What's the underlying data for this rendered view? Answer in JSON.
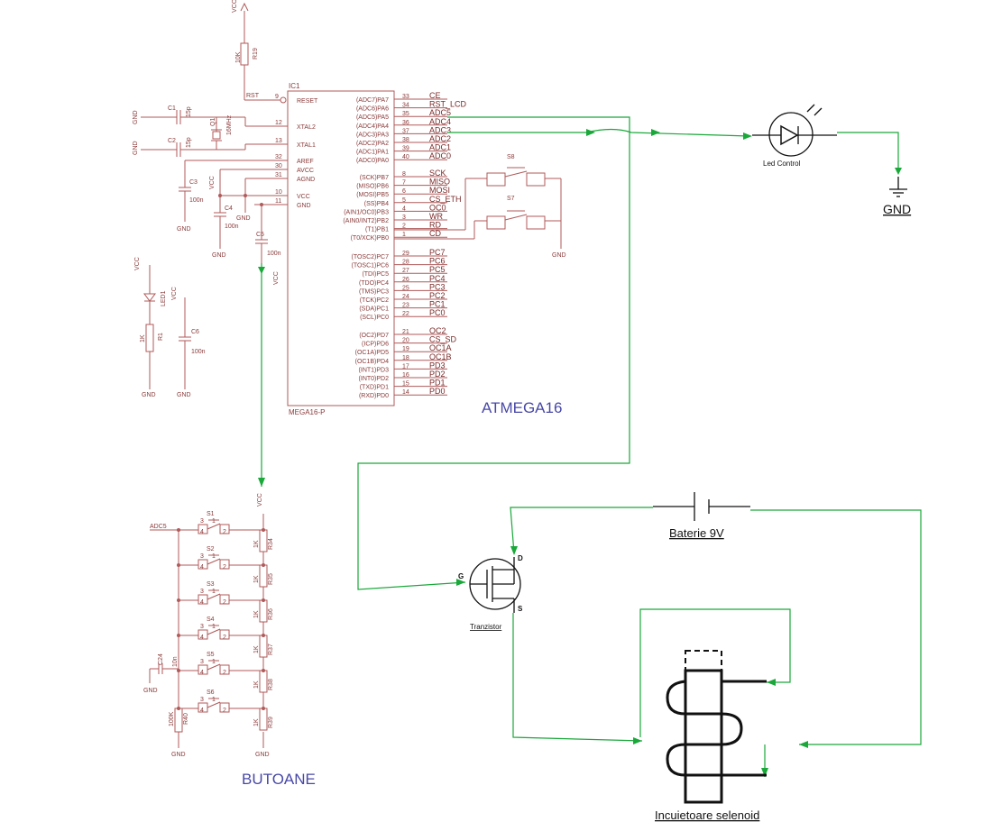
{
  "title_mcu": "ATMEGA16",
  "title_buttons": "BUTOANE",
  "ic": {
    "ref": "IC1",
    "part": "MEGA16-P",
    "left_pins": [
      {
        "num": "9",
        "name": "RESET"
      },
      {
        "num": "12",
        "name": "XTAL2"
      },
      {
        "num": "13",
        "name": "XTAL1"
      },
      {
        "num": "32",
        "name": "AREF"
      },
      {
        "num": "30",
        "name": "AVCC"
      },
      {
        "num": "31",
        "name": "AGND"
      },
      {
        "num": "10",
        "name": "VCC"
      },
      {
        "num": "11",
        "name": "GND"
      }
    ],
    "right_pins": [
      {
        "name": "(ADC7)PA7",
        "num": "33",
        "net": "CE"
      },
      {
        "name": "(ADC6)PA6",
        "num": "34",
        "net": "RST_LCD"
      },
      {
        "name": "(ADC5)PA5",
        "num": "35",
        "net": "ADC5"
      },
      {
        "name": "(ADC4)PA4",
        "num": "36",
        "net": "ADC4"
      },
      {
        "name": "(ADC3)PA3",
        "num": "37",
        "net": "ADC3"
      },
      {
        "name": "(ADC2)PA2",
        "num": "38",
        "net": "ADC2"
      },
      {
        "name": "(ADC1)PA1",
        "num": "39",
        "net": "ADC1"
      },
      {
        "name": "(ADC0)PA0",
        "num": "40",
        "net": "ADC0"
      },
      {
        "name": "(SCK)PB7",
        "num": "8",
        "net": "SCK"
      },
      {
        "name": "(MISO)PB6",
        "num": "7",
        "net": "MISO"
      },
      {
        "name": "(MOSI)PB5",
        "num": "6",
        "net": "MOSI"
      },
      {
        "name": "(SS)PB4",
        "num": "5",
        "net": "CS_ETH"
      },
      {
        "name": "(AIN1/OC0)PB3",
        "num": "4",
        "net": "OC0"
      },
      {
        "name": "(AIN0/INT2)PB2",
        "num": "3",
        "net": "WR"
      },
      {
        "name": "(T1)PB1",
        "num": "2",
        "net": "RD"
      },
      {
        "name": "(T0/XCK)PB0",
        "num": "1",
        "net": "CD"
      },
      {
        "name": "(TOSC2)PC7",
        "num": "29",
        "net": "PC7"
      },
      {
        "name": "(TOSC1)PC6",
        "num": "28",
        "net": "PC6"
      },
      {
        "name": "(TDI)PC5",
        "num": "27",
        "net": "PC5"
      },
      {
        "name": "(TDO)PC4",
        "num": "26",
        "net": "PC4"
      },
      {
        "name": "(TMS)PC3",
        "num": "25",
        "net": "PC3"
      },
      {
        "name": "(TCK)PC2",
        "num": "24",
        "net": "PC2"
      },
      {
        "name": "(SDA)PC1",
        "num": "23",
        "net": "PC1"
      },
      {
        "name": "(SCL)PC0",
        "num": "22",
        "net": "PC0"
      },
      {
        "name": "(OC2)PD7",
        "num": "21",
        "net": "OC2"
      },
      {
        "name": "(ICP)PD6",
        "num": "20",
        "net": "CS_SD"
      },
      {
        "name": "(OC1A)PD5",
        "num": "19",
        "net": "OC1A"
      },
      {
        "name": "(OC1B)PD4",
        "num": "18",
        "net": "OC1B"
      },
      {
        "name": "(INT1)PD3",
        "num": "17",
        "net": "PD3"
      },
      {
        "name": "(INT0)PD2",
        "num": "16",
        "net": "PD2"
      },
      {
        "name": "(TXD)PD1",
        "num": "15",
        "net": "PD1"
      },
      {
        "name": "(RXD)PD0",
        "num": "14",
        "net": "PD0"
      }
    ]
  },
  "components": {
    "r19": {
      "ref": "R19",
      "value": "10K"
    },
    "rst_net": "RST",
    "c1": {
      "ref": "C1",
      "value": "15p"
    },
    "c2": {
      "ref": "C2",
      "value": "15p"
    },
    "q1": {
      "ref": "Q1",
      "value": "16MHz"
    },
    "c3": {
      "ref": "C3",
      "value": "100n"
    },
    "c4": {
      "ref": "C4",
      "value": "100n"
    },
    "c5": {
      "ref": "C5",
      "value": "100n"
    },
    "c6": {
      "ref": "C6",
      "value": "100n"
    },
    "led1": {
      "ref": "LED1"
    },
    "r1": {
      "ref": "R1",
      "value": "1K"
    },
    "s8": {
      "ref": "S8"
    },
    "s7": {
      "ref": "S7"
    },
    "c24": {
      "ref": "C24",
      "value": "10n"
    },
    "r40": {
      "ref": "R40",
      "value": "100K"
    }
  },
  "power": {
    "vcc": "VCC",
    "gnd": "GND"
  },
  "buttons": {
    "net_in": "ADC5",
    "switches": [
      "S1",
      "S2",
      "S3",
      "S4",
      "S5",
      "S6"
    ],
    "resistors": [
      {
        "ref": "R34",
        "value": "1K"
      },
      {
        "ref": "R35",
        "value": "1K"
      },
      {
        "ref": "R36",
        "value": "1K"
      },
      {
        "ref": "R37",
        "value": "1K"
      },
      {
        "ref": "R38",
        "value": "1K"
      },
      {
        "ref": "R39",
        "value": "1K"
      }
    ],
    "pin_numbers": [
      "3",
      "4",
      "1",
      "2"
    ]
  },
  "drawing": {
    "led_control": "Led Control",
    "gnd": "GND",
    "battery": "Baterie 9V",
    "transistor": "Tranzistor",
    "gate": "G",
    "drain": "D",
    "source": "S",
    "solenoid": "Incuietoare selenoid"
  },
  "colors": {
    "schematic": "#b05a5a",
    "wire": "#1aa83a",
    "title": "#4848a8"
  }
}
